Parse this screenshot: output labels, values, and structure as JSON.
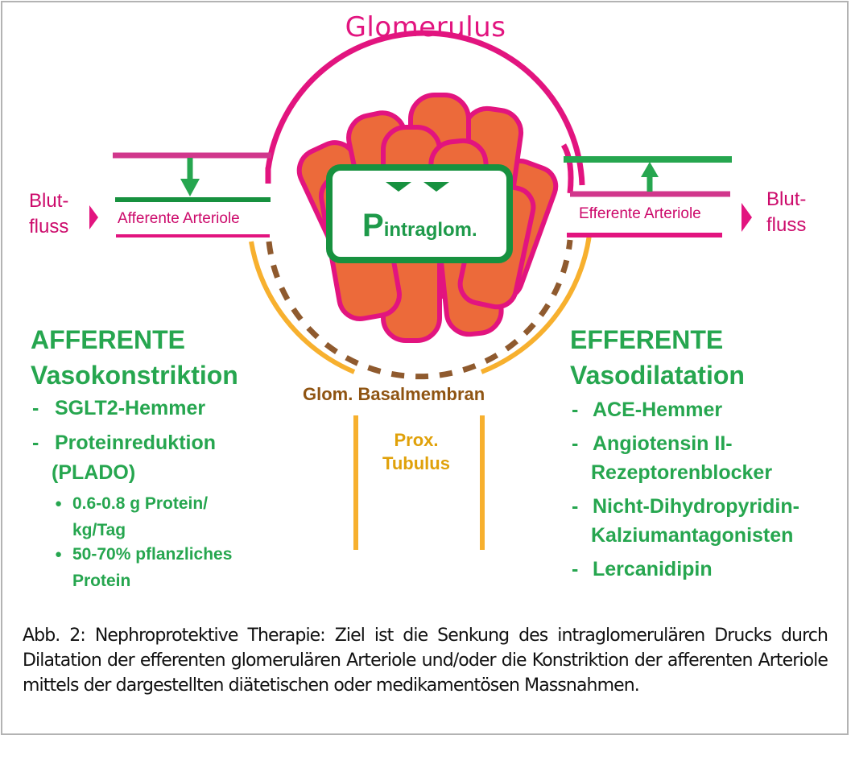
{
  "diagram": {
    "title": "Glomerulus",
    "left_flow": {
      "line1": "Blut-",
      "line2": "fluss"
    },
    "right_flow": {
      "line1": "Blut-",
      "line2": "fluss"
    },
    "afferent_label": "Afferente Arteriole",
    "efferent_label": "Efferente Arteriole",
    "pressure_box": {
      "main": "P",
      "subscript": "intraglom."
    },
    "basement_membrane_label": "Glom. Basalmembran",
    "tubulus_label": {
      "line1": "Prox.",
      "line2": "Tubulus"
    },
    "colors": {
      "magenta": "#e2147f",
      "green": "#26a64f",
      "dark_green": "#17913f",
      "orange_fill": "#ec6a3a",
      "tubulus_yellow": "#f7b02e",
      "membrane_brown": "#8f5a2e"
    }
  },
  "left_panel": {
    "heading_line1": "AFFERENTE",
    "heading_line2": "Vasokonstriktion",
    "items": [
      {
        "bullet": "-",
        "text": "SGLT2-Hemmer"
      },
      {
        "bullet": "-",
        "text": "Proteinreduktion",
        "continuation": "(PLADO)"
      }
    ],
    "subitems": [
      {
        "bullet": "●",
        "text": "0.6-0.8 g Protein/",
        "continuation": "kg/Tag"
      },
      {
        "bullet": "●",
        "text": "50-70% pflanzliches",
        "continuation": "Protein"
      }
    ]
  },
  "right_panel": {
    "heading_line1": "EFFERENTE",
    "heading_line2": "Vasodilatation",
    "items": [
      {
        "bullet": "-",
        "text": "ACE-Hemmer"
      },
      {
        "bullet": "-",
        "text": "Angiotensin II-",
        "continuation": "Rezeptorenblocker"
      },
      {
        "bullet": "-",
        "text": "Nicht-Dihydropyridin-",
        "continuation": "Kalziumantagonisten"
      },
      {
        "bullet": "-",
        "text": "Lercanidipin"
      }
    ]
  },
  "caption": "Abb. 2: Nephroprotektive Therapie: Ziel ist die Senkung des intraglomerulären Drucks durch Dilatation der efferenten glomerulären Arteriole und/oder die Konstriktion der afferenten Arteriole mittels der dargestellten diätetischen oder medikamentösen Massnahmen."
}
